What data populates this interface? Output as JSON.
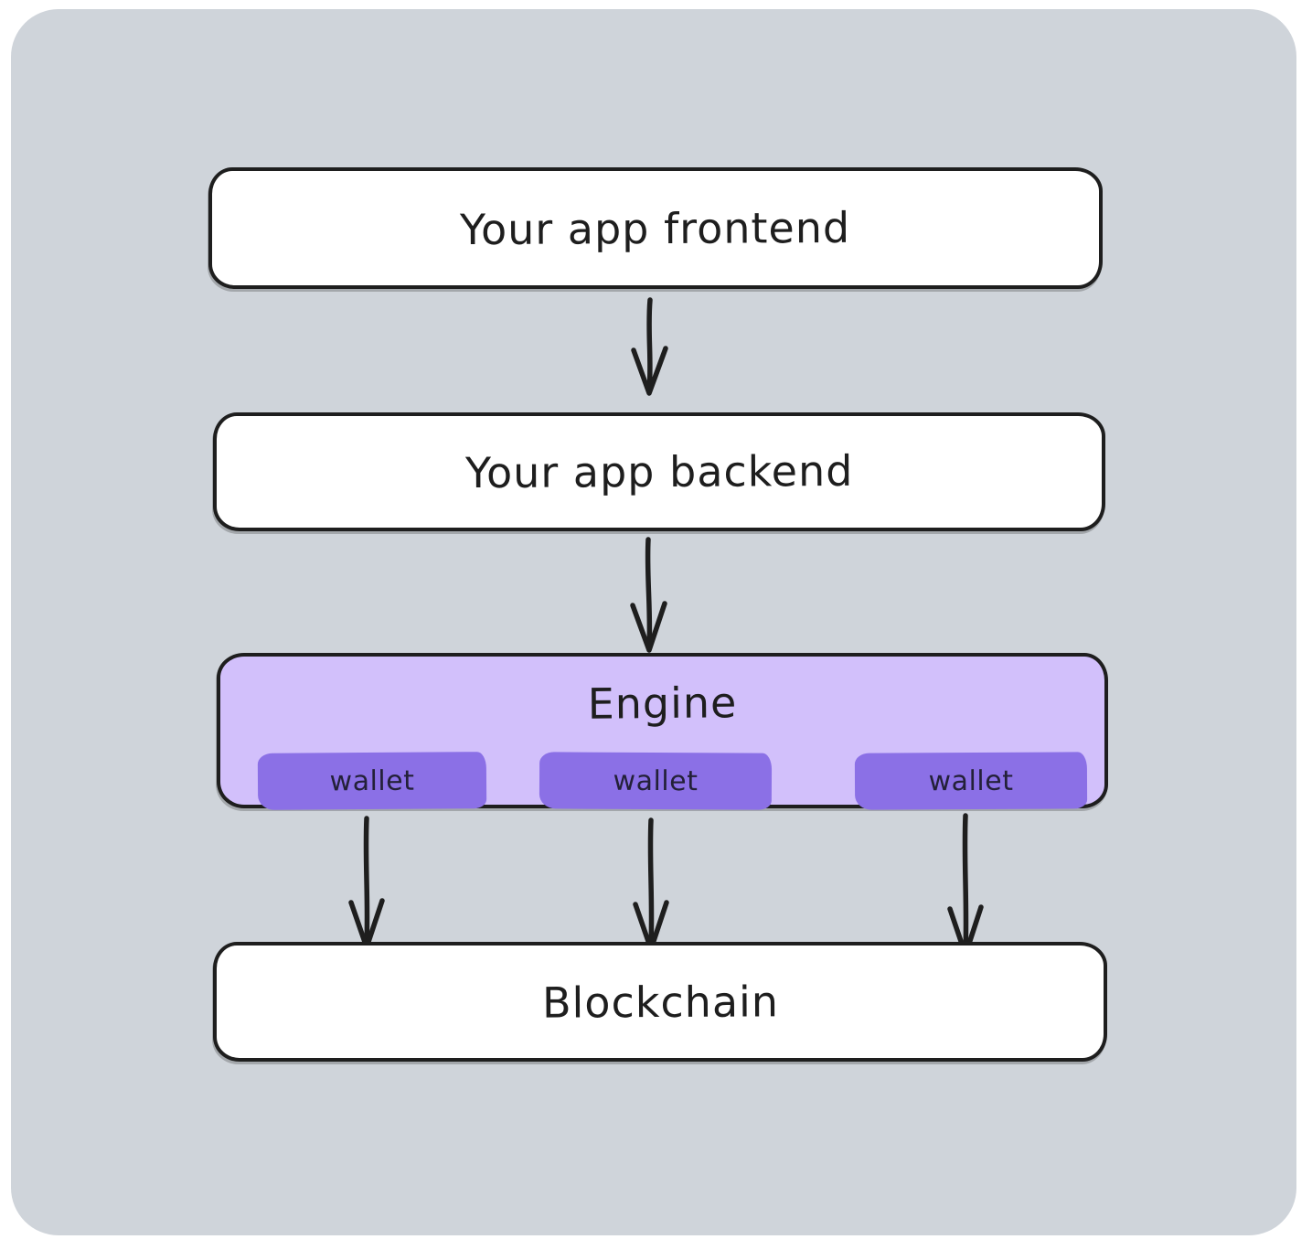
{
  "nodes": {
    "frontend": {
      "label": "Your app frontend"
    },
    "backend": {
      "label": "Your app backend"
    },
    "engine": {
      "label": "Engine",
      "wallets": [
        {
          "label": "wallet"
        },
        {
          "label": "wallet"
        },
        {
          "label": "wallet"
        }
      ]
    },
    "blockchain": {
      "label": "Blockchain"
    }
  },
  "edges": [
    {
      "from": "frontend",
      "to": "backend"
    },
    {
      "from": "backend",
      "to": "engine"
    },
    {
      "from": "engine-wallet-1",
      "to": "blockchain"
    },
    {
      "from": "engine-wallet-2",
      "to": "blockchain"
    },
    {
      "from": "engine-wallet-3",
      "to": "blockchain"
    }
  ],
  "colors": {
    "canvas_background": "#cfd4da",
    "node_fill": "#ffffff",
    "node_border": "#1e1e1e",
    "engine_fill": "#d2c0fb",
    "wallet_fill": "#8b70e6",
    "text_color": "#1e1e1e",
    "arrow_color": "#1e1e1e"
  }
}
